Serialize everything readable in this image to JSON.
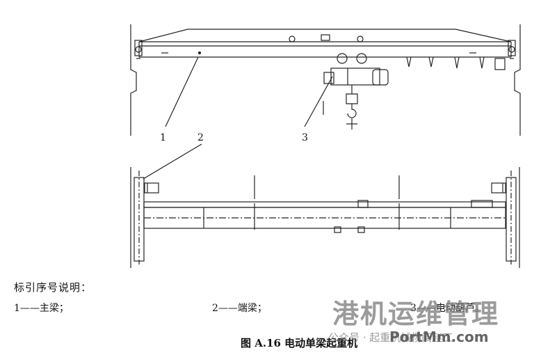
{
  "callouts": [
    "1",
    "2",
    "3"
  ],
  "legend": {
    "title": "标引序号说明：",
    "items": [
      "1——主梁；",
      "2——端梁；",
      "3——电动葫芦。"
    ]
  },
  "caption": "图 A.16    电动单梁起重机",
  "watermark": {
    "logo": "港机运维管理",
    "sub": "公众号 · 起重机械杨阅赵工",
    "site": "PortMm.com"
  }
}
